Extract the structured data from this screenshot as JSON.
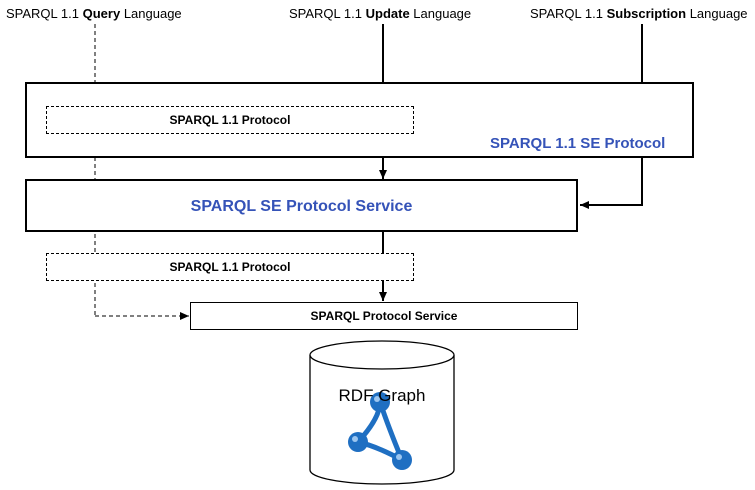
{
  "languages": {
    "query": {
      "prefix": "SPARQL 1.1",
      "bold": "Query",
      "suffix": "Language"
    },
    "update": {
      "prefix": "SPARQL 1.1",
      "bold": "Update",
      "suffix": "Language"
    },
    "subscription": {
      "prefix": "SPARQL 1.1",
      "bold": "Subscription",
      "suffix": "Language"
    }
  },
  "se_protocol": {
    "inner_label": "SPARQL 1.1 Protocol",
    "label": "SPARQL 1.1 SE Protocol"
  },
  "se_service": {
    "label": "SPARQL SE Protocol Service"
  },
  "protocol_lower": {
    "label": "SPARQL 1.1 Protocol"
  },
  "protocol_service": {
    "label": "SPARQL Protocol Service"
  },
  "graph": {
    "label": "RDF Graph",
    "icon": "rdf-graph-icon"
  },
  "colors": {
    "accent": "#3553b8",
    "icon_blue": "#1f6fc2"
  }
}
